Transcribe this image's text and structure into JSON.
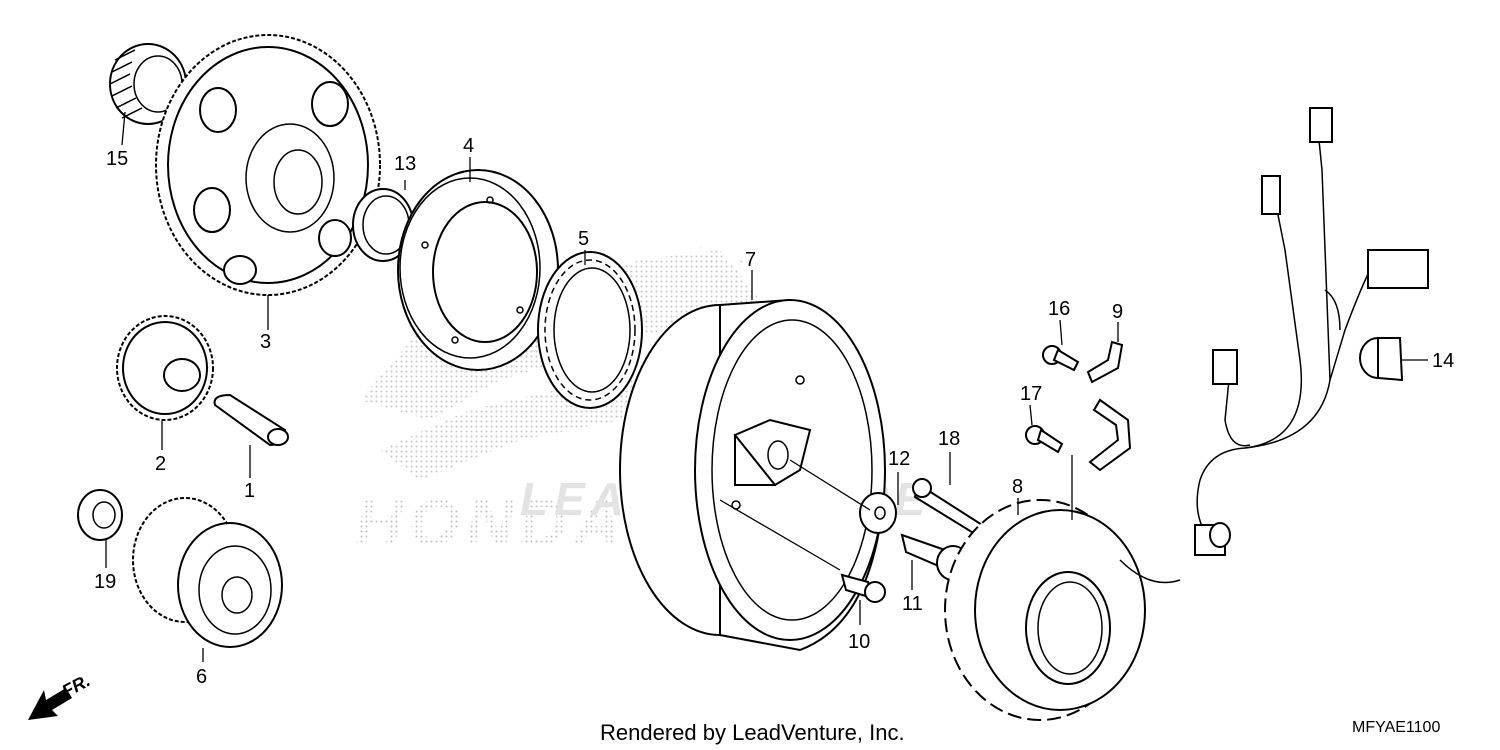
{
  "callouts": {
    "p1": "1",
    "p2": "2",
    "p3": "3",
    "p4": "4",
    "p5": "5",
    "p6": "6",
    "p7": "7",
    "p8": "8",
    "p9": "9",
    "p10": "10",
    "p11": "11",
    "p12": "12",
    "p13": "13",
    "p14": "14",
    "p15": "15",
    "p16": "16",
    "p17": "17",
    "p18": "18",
    "p19": "19"
  },
  "front_marker": "FR.",
  "credit": "Rendered by LeadVenture, Inc.",
  "diagram_code": "MFYAE1100",
  "watermark": {
    "brand": "HONDA",
    "overlay": "LEADVENTURE",
    "color": "#c8c8c8"
  },
  "icons": {
    "front_arrow": "arrow-down-left-icon",
    "watermark_logo": "honda-wing-logo-icon"
  }
}
